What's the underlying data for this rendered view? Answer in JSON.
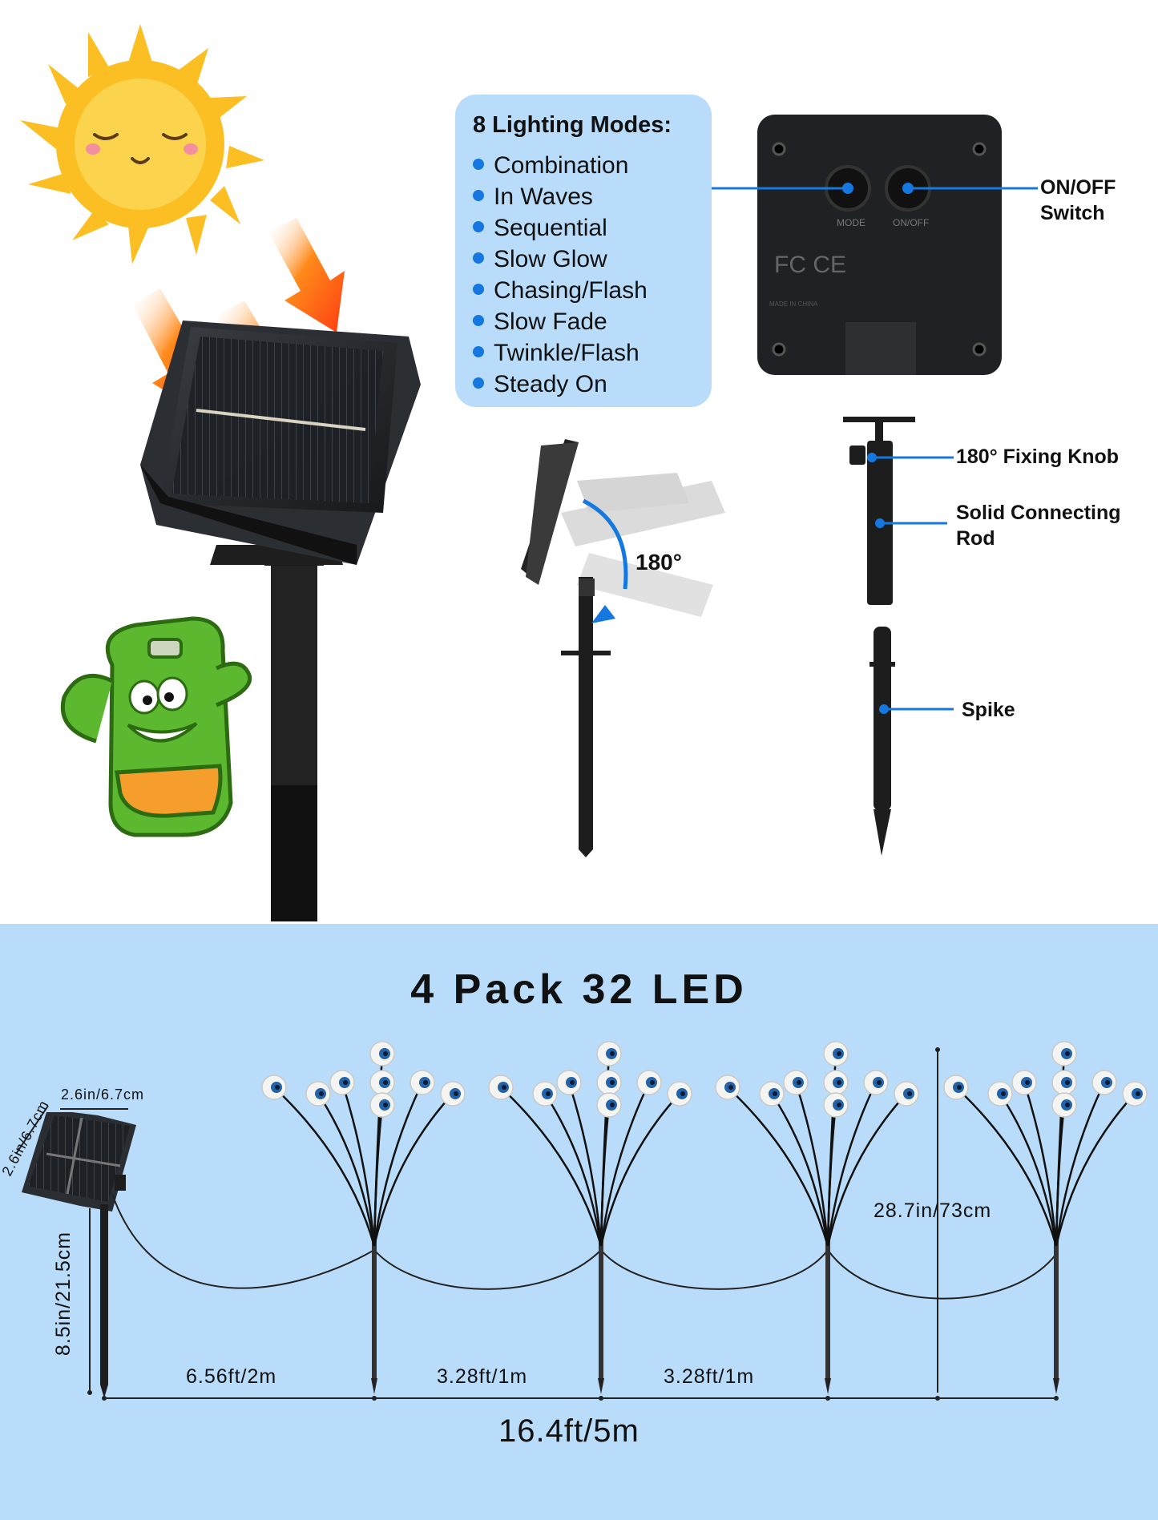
{
  "modes": {
    "title": "8 Lighting Modes:",
    "items": [
      "Combination",
      "In Waves",
      "Sequential",
      "Slow Glow",
      "Chasing/Flash",
      "Slow Fade",
      "Twinkle/Flash",
      "Steady On"
    ]
  },
  "panel_back": {
    "mode_text": "MODE",
    "onoff_text": "ON/OFF",
    "made_text": "MADE IN CHINA"
  },
  "callouts": {
    "onoff_line1": "ON/OFF",
    "onoff_line2": "Switch",
    "angle": "180°",
    "knob": "180° Fixing Knob",
    "rod_line1": "Solid Connecting",
    "rod_line2": "Rod",
    "spike": "Spike"
  },
  "pack": {
    "title": "4 Pack 32 LED"
  },
  "dimensions": {
    "panel_width": "2.6in/6.7cm",
    "panel_depth": "2.6in/6.7cm",
    "stake_height": "8.5in/21.5cm",
    "height": "28.7in/73cm",
    "seg1": "6.56ft/2m",
    "seg2": "3.28ft/1m",
    "seg3": "3.28ft/1m",
    "total": "16.4ft/5m"
  },
  "colors": {
    "accent_blue": "#1478e0",
    "light_blue": "#b9dcfb",
    "sun_yellow": "#fbbf24",
    "arrow_orange": "#ff5a1a"
  }
}
